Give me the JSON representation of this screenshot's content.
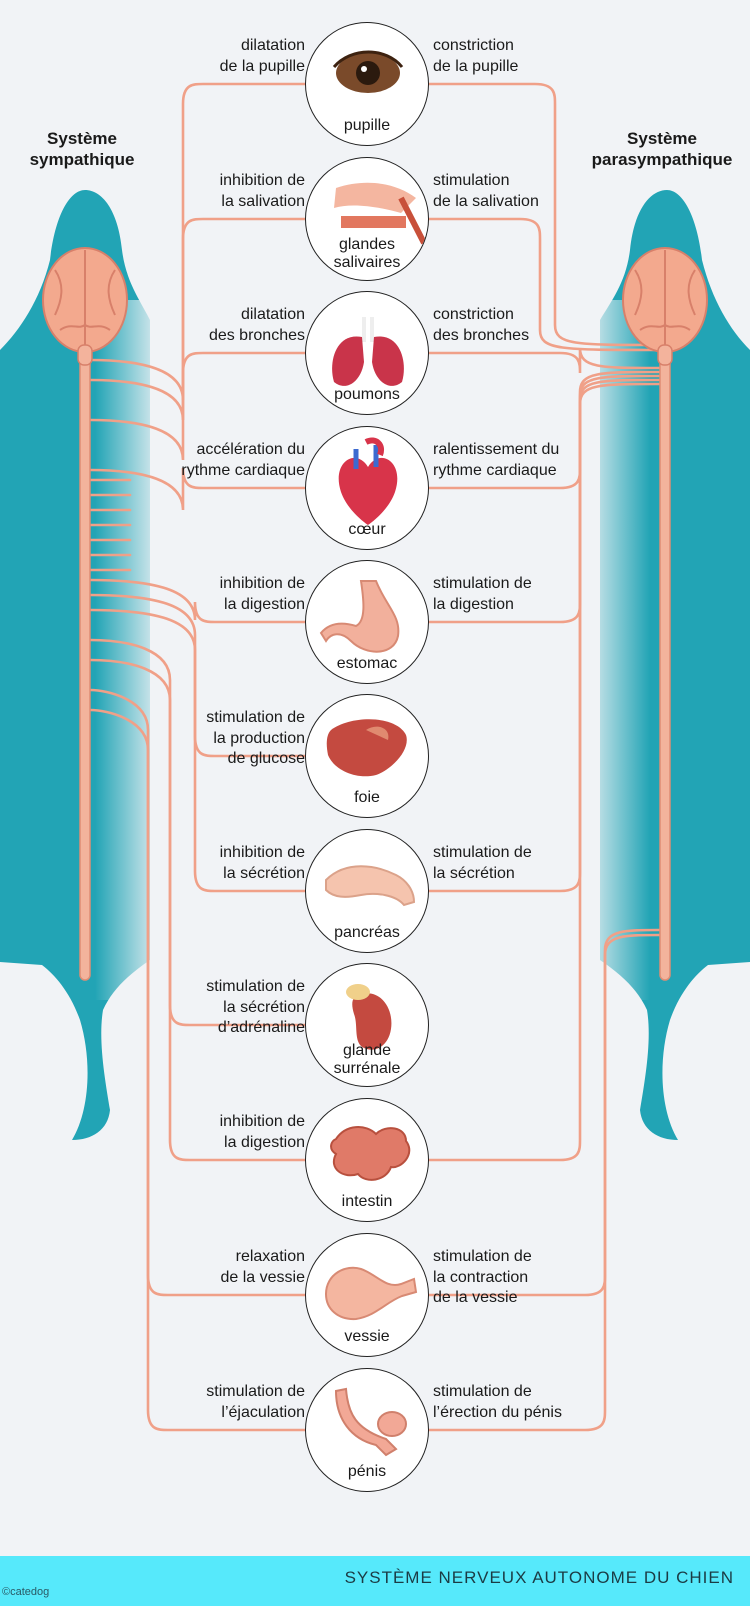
{
  "titles": {
    "left": "Système\nsympathique",
    "right": "Système\nparasympathique"
  },
  "colors": {
    "nerve": "#f0a088",
    "dog": "#22a4b5",
    "footer": "#56e9fb",
    "background": "#f1f3f6"
  },
  "organs": [
    {
      "name": "pupille",
      "left_label": "dilatation\nde la pupille",
      "right_label": "constriction\nde la pupille"
    },
    {
      "name": "glandes\nsalivaires",
      "left_label": "inhibition de\nla salivation",
      "right_label": "stimulation\nde la salivation"
    },
    {
      "name": "poumons",
      "left_label": "dilatation\ndes bronches",
      "right_label": "constriction\ndes bronches"
    },
    {
      "name": "cœur",
      "left_label": "accélération du\nrythme cardiaque",
      "right_label": "ralentissement du\nrythme cardiaque"
    },
    {
      "name": "estomac",
      "left_label": "inhibition de\nla digestion",
      "right_label": "stimulation de\nla digestion"
    },
    {
      "name": "foie",
      "left_label": "stimulation de\nla production\nde glucose",
      "right_label": ""
    },
    {
      "name": "pancréas",
      "left_label": "inhibition de\nla sécrétion",
      "right_label": "stimulation de\nla sécrétion"
    },
    {
      "name": "glande\nsurrénale",
      "left_label": "stimulation de\nla sécrétion\nd’adrénaline",
      "right_label": ""
    },
    {
      "name": "intestin",
      "left_label": "inhibition de\nla digestion",
      "right_label": ""
    },
    {
      "name": "vessie",
      "left_label": "relaxation\nde la vessie",
      "right_label": "stimulation de\nla contraction\nde la vessie"
    },
    {
      "name": "pénis",
      "left_label": "stimulation de\nl’éjaculation",
      "right_label": "stimulation de\nl’érection du pénis"
    }
  ],
  "footer": {
    "title": "SYSTÈME NERVEUX AUTONOME DU CHIEN",
    "credit": "©catedog"
  }
}
